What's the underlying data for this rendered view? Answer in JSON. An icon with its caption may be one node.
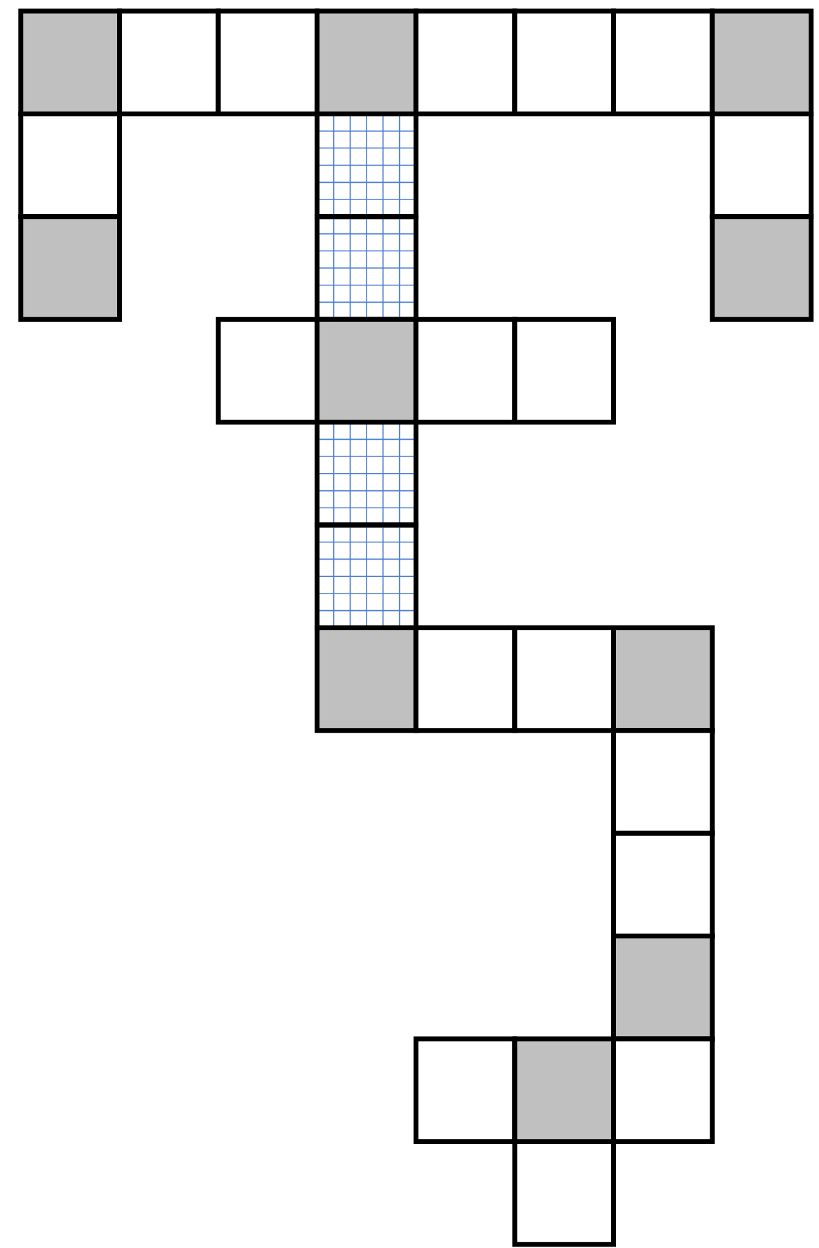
{
  "diagram": {
    "nodes": [
      {
        "text": [],
        "shape": "box"
      },
      {
        "text": [],
        "shape": "box"
      },
      {
        "text": [],
        "shape": "box"
      },
      {
        "text": [],
        "shape": "box"
      },
      {
        "text": [],
        "shape": "box"
      },
      {
        "text": [],
        "shape": "box"
      },
      {
        "text": [],
        "shape": "box"
      },
      {
        "text": [],
        "shape": "box"
      },
      {
        "text": [],
        "shape": "box"
      },
      {
        "text": [],
        "shape": "box"
      },
      {
        "text": [],
        "shape": "box"
      },
      {
        "text": [],
        "shape": "box"
      },
      {
        "text": [],
        "shape": "box"
      },
      {
        "text": [],
        "shape": "box"
      },
      {
        "text": [],
        "shape": "box"
      },
      {
        "text": [],
        "shape": "box"
      },
      {
        "text": [],
        "shape": "box"
      },
      {
        "text": [],
        "shape": "box"
      },
      {
        "text": [],
        "shape": "box"
      },
      {
        "text": [],
        "shape": "box"
      },
      {
        "text": [],
        "shape": "box"
      },
      {
        "text": [],
        "shape": "box"
      },
      {
        "text": [],
        "shape": "box"
      },
      {
        "text": [],
        "shape": "box"
      },
      {
        "text": [],
        "shape": "box"
      },
      {
        "text": [],
        "shape": "box"
      },
      {
        "text": [],
        "shape": "box"
      },
      {
        "text": [],
        "shape": "box"
      },
      {
        "text": [],
        "shape": "box"
      },
      {
        "text": [],
        "shape": "box"
      },
      {
        "text": [],
        "shape": "box"
      }
    ]
  }
}
